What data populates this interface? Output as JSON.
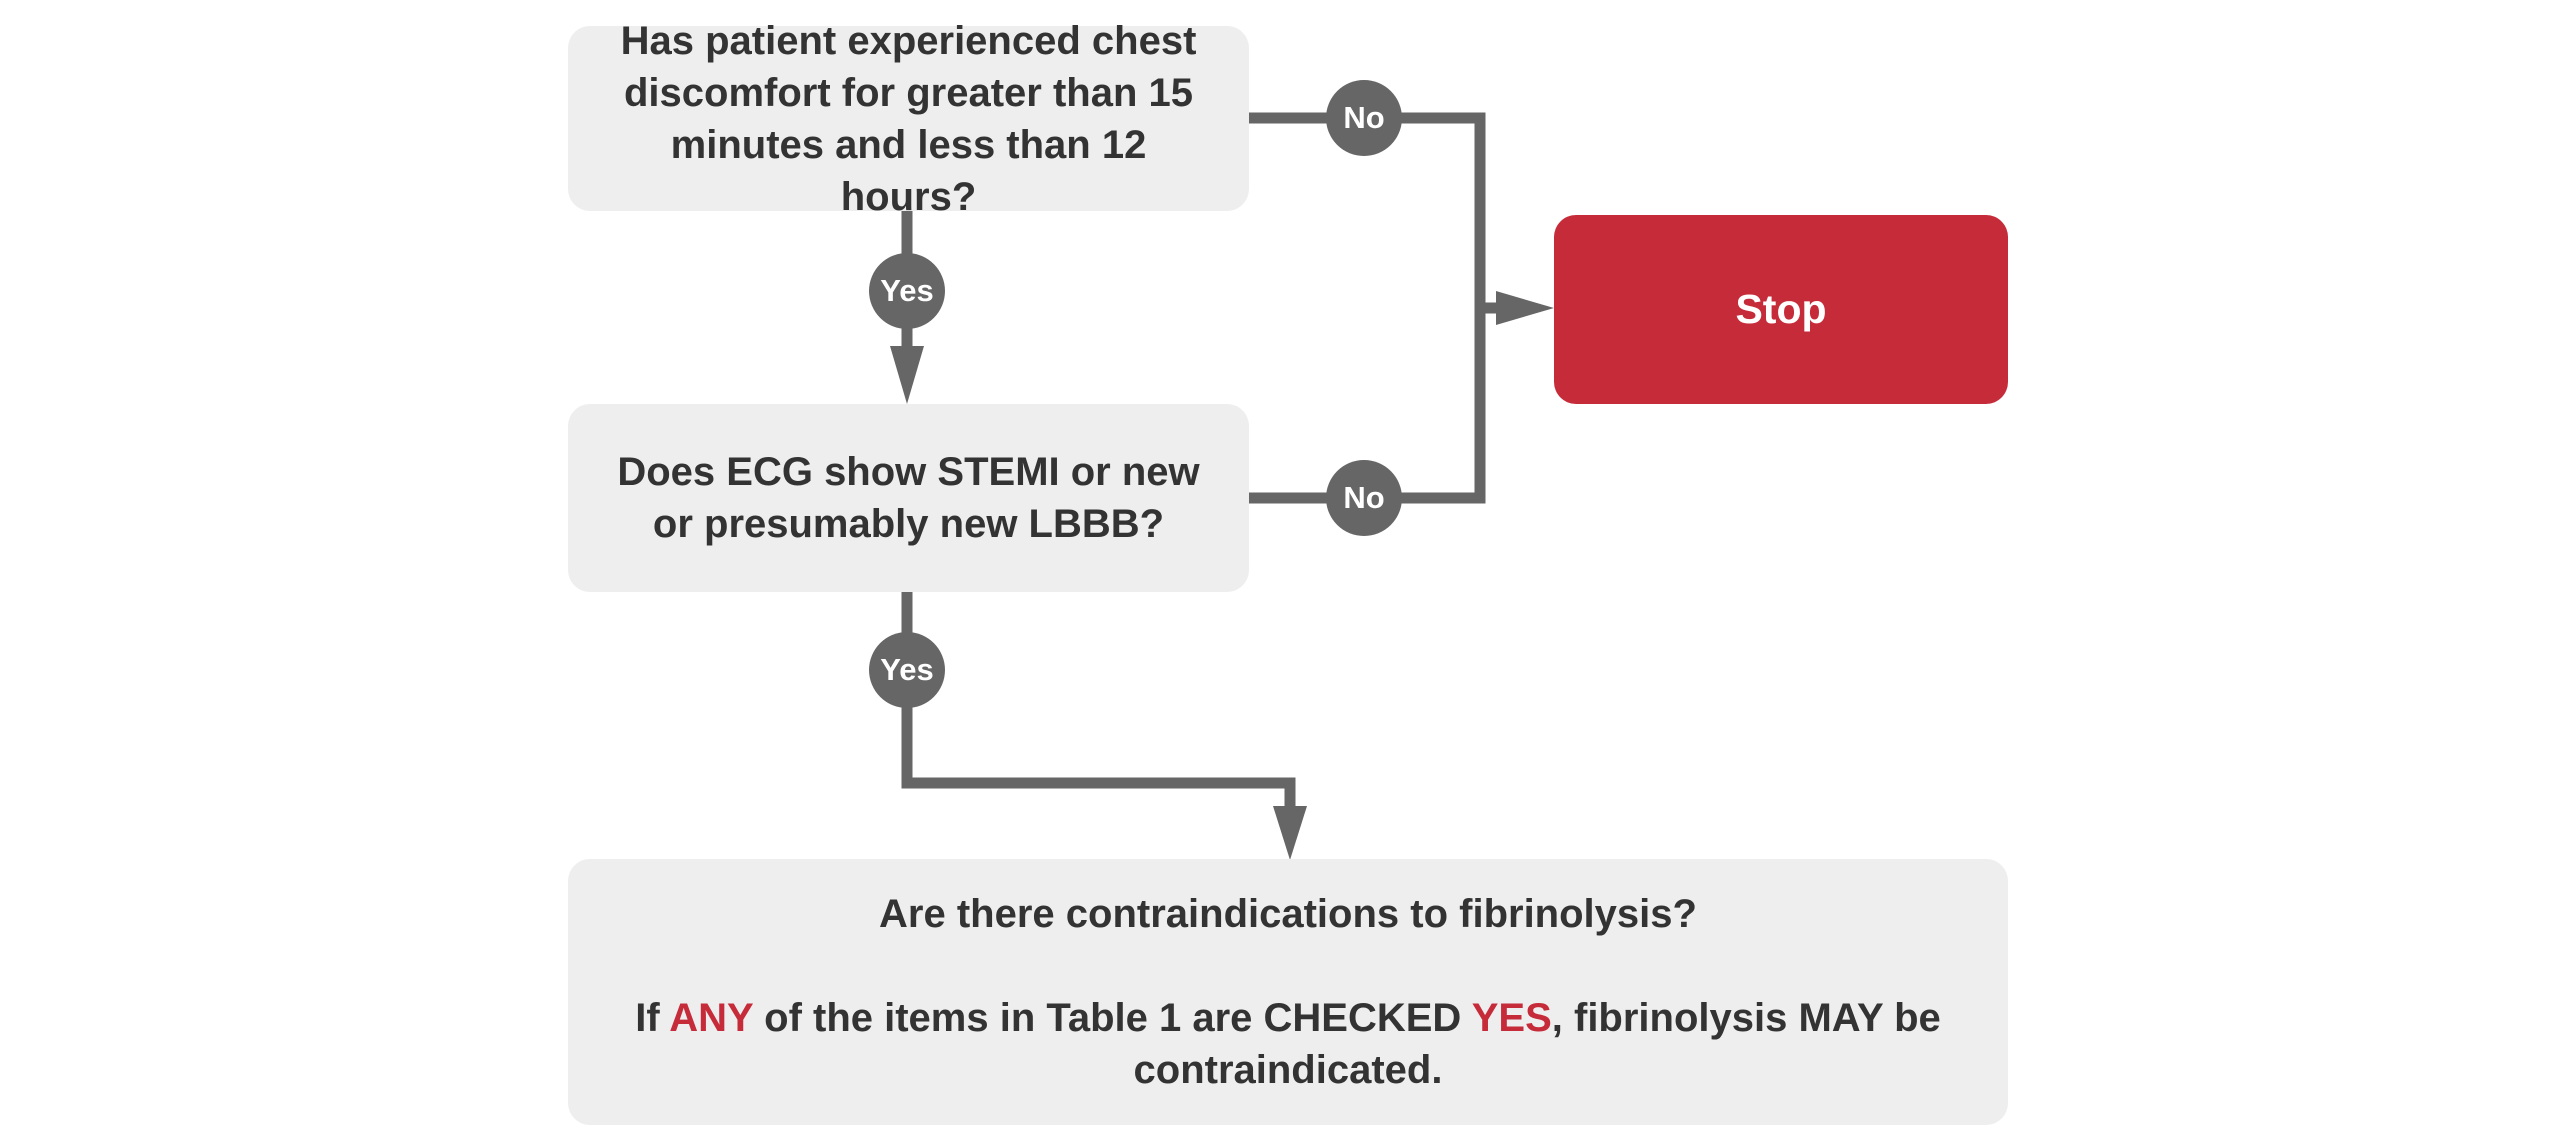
{
  "colors": {
    "box_fill": "#eeeeee",
    "text": "#333333",
    "connector": "#666666",
    "stop_fill": "#c62b3a",
    "accent": "#c62b3a"
  },
  "question1": {
    "text": "Has patient experienced chest discomfort for greater than 15 minutes and less than 12 hours?"
  },
  "question2": {
    "text": "Does ECG show STEMI or new or presumably new LBBB?"
  },
  "stop": {
    "label": "Stop"
  },
  "badges": {
    "q1_no": "No",
    "q1_yes": "Yes",
    "q2_no": "No",
    "q2_yes": "Yes"
  },
  "question3": {
    "title": "Are there contraindications to fibrinolysis?",
    "note_prefix": "If ",
    "note_any": "ANY",
    "note_middle": " of the items in Table 1 are CHECKED ",
    "note_yes": "YES",
    "note_suffix": ", fibrinolysis MAY be contraindicated."
  }
}
